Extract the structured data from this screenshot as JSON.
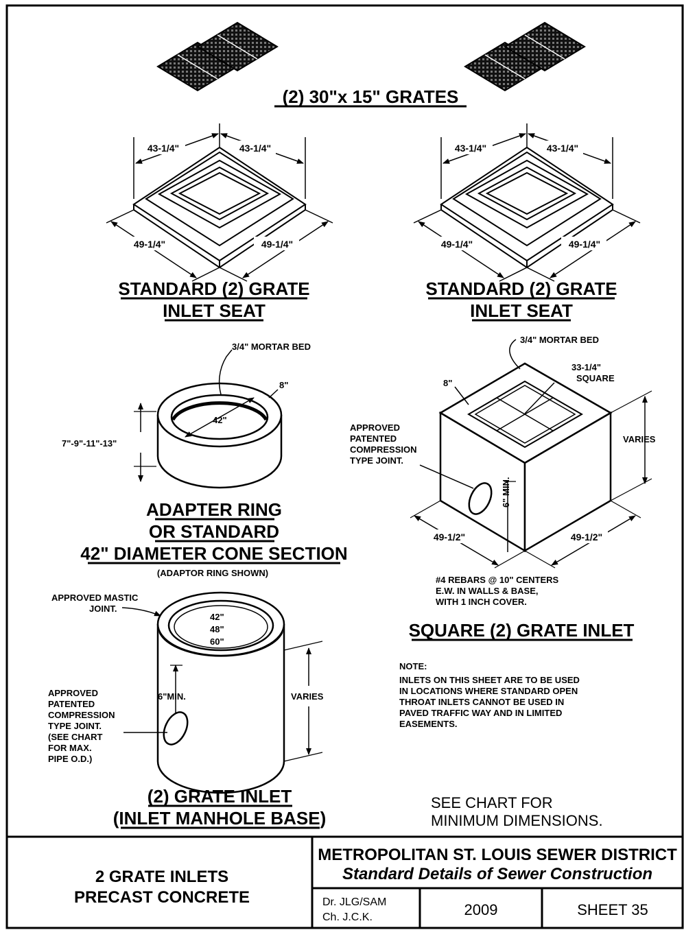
{
  "grates": {
    "title": "(2) 30\"x 15\" GRATES"
  },
  "seat_left": {
    "dim_top_left": "43-1/4\"",
    "dim_top_right": "43-1/4\"",
    "dim_bottom_left": "49-1/4\"",
    "dim_bottom_right": "49-1/4\"",
    "title_line1": "STANDARD (2) GRATE",
    "title_line2": "INLET SEAT"
  },
  "seat_right": {
    "dim_top_left": "43-1/4\"",
    "dim_top_right": "43-1/4\"",
    "dim_bottom_left": "49-1/4\"",
    "dim_bottom_right": "49-1/4\"",
    "title_line1": "STANDARD (2) GRATE",
    "title_line2": "INLET SEAT"
  },
  "ring": {
    "mortar": "3/4\" MORTAR BED",
    "thickness": "8\"",
    "diameter": "42\"",
    "heights": "7\"-9\"-11\"-13\"",
    "title_line1": "ADAPTER RING",
    "title_line2": "OR STANDARD",
    "title_line3": "42\" DIAMETER CONE SECTION",
    "note": "(ADAPTOR RING SHOWN)"
  },
  "square_inlet": {
    "mortar": "3/4\" MORTAR BED",
    "square_line1": "33-1/4\"",
    "square_line2": "SQUARE",
    "wall": "8\"",
    "varies": "VARIES",
    "joint": [
      "APPROVED",
      "PATENTED",
      "COMPRESSION",
      "TYPE JOINT."
    ],
    "min": "6\" MIN.",
    "dim_left": "49-1/2\"",
    "dim_right": "49-1/2\"",
    "rebar": [
      "#4 REBARS @ 10\" CENTERS",
      "E.W. IN WALLS & BASE,",
      "WITH 1 INCH COVER."
    ],
    "title": "SQUARE (2) GRATE INLET"
  },
  "note": {
    "heading": "NOTE:",
    "lines": [
      "INLETS ON THIS SHEET ARE TO BE USED",
      "IN LOCATIONS WHERE STANDARD OPEN",
      "THROAT INLETS CANNOT BE USED IN",
      "PAVED TRAFFIC WAY AND IN LIMITED",
      "EASEMENTS."
    ]
  },
  "manhole": {
    "mastic": [
      "APPROVED MASTIC",
      "JOINT."
    ],
    "diameters": [
      "42\"",
      "48\"",
      "60\""
    ],
    "min": "6\"MIN.",
    "varies": "VARIES",
    "joint": [
      "APPROVED",
      "PATENTED",
      "COMPRESSION",
      "TYPE JOINT.",
      "(SEE CHART",
      "FOR MAX.",
      "PIPE O.D.)"
    ],
    "title_line1": "(2) GRATE INLET",
    "title_line2": "(INLET MANHOLE BASE)"
  },
  "chart_ref": [
    "SEE CHART FOR",
    "MINIMUM DIMENSIONS."
  ],
  "title_block": {
    "name_line1": "2 GRATE INLETS",
    "name_line2": "PRECAST CONCRETE",
    "district": "METROPOLITAN ST. LOUIS SEWER DISTRICT",
    "subtitle": "Standard Details of Sewer Construction",
    "drawn": "Dr. JLG/SAM",
    "checked": "Ch.   J.C.K.",
    "year": "2009",
    "sheet": "SHEET  35"
  }
}
